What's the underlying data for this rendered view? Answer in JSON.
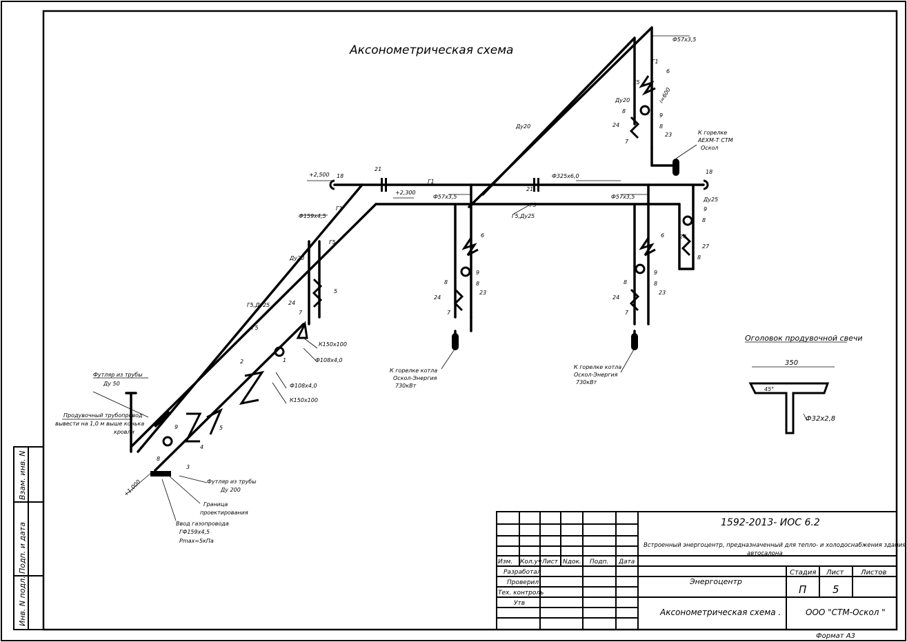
{
  "title": "Аксонометрическая схема",
  "pipe_labels": {
    "d57_top": "Ф57х3,5",
    "g1_top": "Г1",
    "g5_top": "Г5",
    "dy20_top": "Ду20",
    "slope_top": "i=600",
    "dy20_diag": "Ду20",
    "to_burner_aegm": [
      "К горелке",
      "АЕХМ-Т СТМ",
      "Оскол"
    ],
    "elev_2500": "+2,500",
    "elev_2300": "+2,300",
    "d325": "Ф325х6,0",
    "d57_mid_left": "Ф57х3,5",
    "d57_mid_right": "Ф57х3,5",
    "g5dy25_mid": "Г5,Ду25",
    "g1_mid": "Г1",
    "g5_mid": "Г5",
    "d159": "Ф159х4,5",
    "g1_left": "Г1",
    "g5_left": "Г5",
    "dy20_left": "Ду20",
    "g5dy25_left": "Г5,Ду25",
    "g5_left_diag": "Г5",
    "dy25_right": "Ду25",
    "k150_upper": "К150х100",
    "d108_upper": "Ф108х4,0",
    "d108_lower": "Ф108х4,0",
    "k150_lower": "К150х100",
    "to_boiler_left": [
      "К горелке котла",
      "Оскол-Энергия",
      "730кВт"
    ],
    "to_boiler_right": [
      "К горелке котла",
      "Оскол-Энергия",
      "730кВт"
    ],
    "sleeve_50": [
      "Футляр из трубы",
      "Ду 50"
    ],
    "purge_note": [
      "Продувочный трубопровод",
      "вывести на 1,0 м выше конька",
      "кровли"
    ],
    "sleeve_200": [
      "Футляр из трубы",
      "Ду 200"
    ],
    "boundary": [
      "Граница",
      "проектирования"
    ],
    "gas_input": [
      "Ввод газопровода",
      "ГФ159х4,5",
      "Pmax=5кПа"
    ],
    "elev_1000": "+1,000"
  },
  "item_numbers": {
    "n1": "1",
    "n2": "2",
    "n3": "3",
    "n4": "4",
    "n5": "5",
    "n5b": "5",
    "n6a": "6",
    "n6b": "6",
    "n6c": "6",
    "n7a": "7",
    "n7b": "7",
    "n7c": "7",
    "n7d": "7",
    "n8a": "8",
    "n8b": "8",
    "n8c": "8",
    "n8d": "8",
    "n8e": "8",
    "n8f": "8",
    "n8g": "8",
    "n8h": "8",
    "n8i": "8",
    "n9a": "9",
    "n9b": "9",
    "n9c": "9",
    "n9d": "9",
    "n9e": "9",
    "n18a": "18",
    "n18b": "18",
    "n21a": "21",
    "n21b": "21",
    "n23a": "23",
    "n23b": "23",
    "n23c": "23",
    "n24a": "24",
    "n24b": "24",
    "n24c": "24",
    "n24d": "24",
    "n24e": "24",
    "n27": "27"
  },
  "detail": {
    "title": "Оголовок продувочной свечи",
    "dim": "350",
    "angle": "45°",
    "pipe": "Ф32х2,8"
  },
  "side_stamp": {
    "swap": "Взам. инв. N",
    "sign": "Подп. и дата",
    "inv": "Инв. N подл."
  },
  "title_block": {
    "doc_code": "1592-2013- ИОС 6.2",
    "description_1": "Встроенный энергоцентр, предназначенный для тепло- и холодоснабжения здания",
    "description_2": "автосалона",
    "headers": [
      "Изм.",
      "Кол.уч",
      "Лист",
      "Nдок.",
      "Подп.",
      "Дата"
    ],
    "roles": [
      "Разработал",
      "Проверил",
      "Тех. контроль",
      "Утв"
    ],
    "section": "Энергоцентр",
    "stage_label": "Стадия",
    "sheet_label": "Лист",
    "sheets_label": "Листов",
    "stage": "П",
    "sheet": "5",
    "sheets": "",
    "drawing_name": "Аксонометрическая схема .",
    "company": "ООО \"СТМ-Оскол \""
  },
  "format": "Формат А3"
}
